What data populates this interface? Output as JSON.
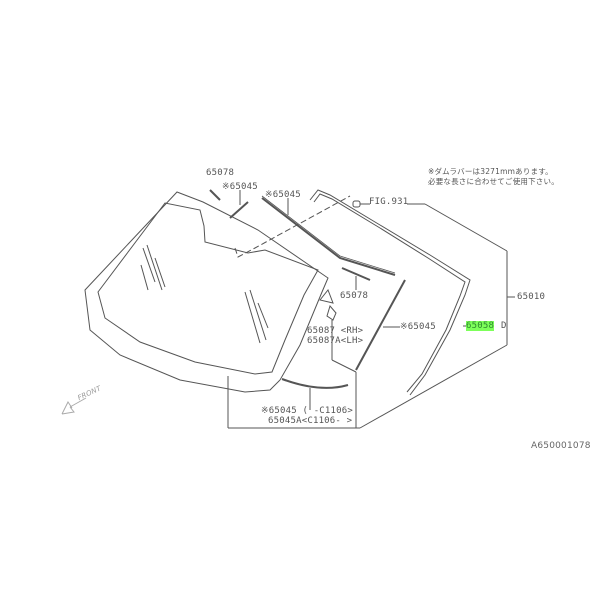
{
  "diagram": {
    "type": "automotive-parts-exploded-view",
    "subject": "Windshield glass and moldings",
    "figure_id": "A650001078",
    "note": {
      "line1": "※ダムラバーは3271mmあります。",
      "line2": "必要な長さに合わせてご使用下さい。"
    },
    "front_indicator": "FRONT",
    "reference": "FIG.931",
    "labels": {
      "p65078_top": "65078",
      "p65045_a": "※65045",
      "p65045_b": "※65045",
      "p65078_mid": "65078",
      "p65087_rh": "65087 <RH>",
      "p65087a_lh": "65087A<LH>",
      "p65045_c": "※65045",
      "p65058_hl": "65058",
      "p65058_tail": "D",
      "p65010": "65010",
      "p65045_d": "※65045 ( -C1106>",
      "p65045a": "65045A<C1106- >"
    },
    "highlight_color": "#7dff5a",
    "line_color": "#555555"
  }
}
